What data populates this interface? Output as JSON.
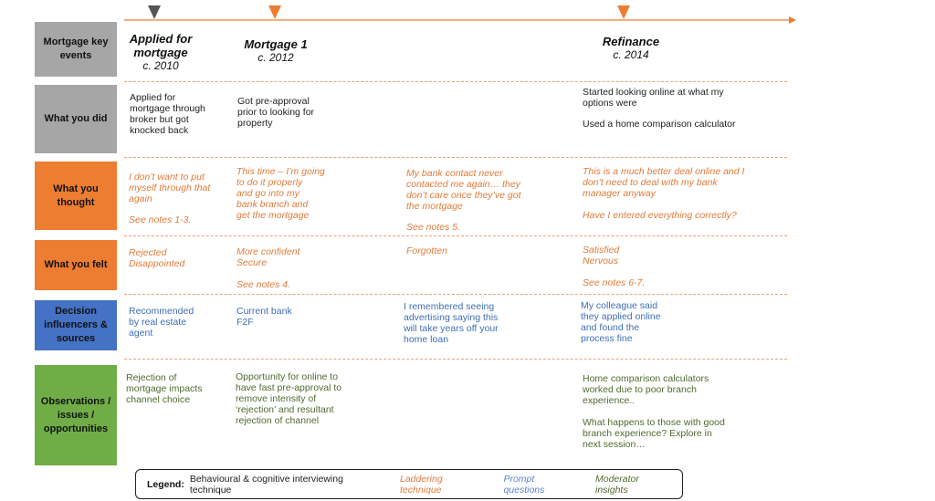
{
  "colors": {
    "gray": "#a6a6a6",
    "orange": "#ed7d31",
    "blue": "#4472c4",
    "green": "#70ad47",
    "timeline": "#ed7d31",
    "marker_gray": "#555555"
  },
  "rows": [
    {
      "key": "events",
      "label": "Mortgage key events"
    },
    {
      "key": "did",
      "label": "What you did"
    },
    {
      "key": "thought",
      "label": "What you thought"
    },
    {
      "key": "felt",
      "label": "What you felt"
    },
    {
      "key": "influencers",
      "label": "Decision influencers & sources"
    },
    {
      "key": "observations",
      "label": "Observations / issues / opportunities"
    }
  ],
  "milestones": [
    {
      "title": "Applied for mortgage",
      "date": "c. 2010"
    },
    {
      "title": "Mortgage 1",
      "date": "c. 2012"
    },
    {
      "title": "Refinance",
      "date": "c. 2014"
    }
  ],
  "did": {
    "c1": "Applied for\nmortgage through\nbroker but got\nknocked back",
    "c2": "Got pre-approval\nprior to looking for\nproperty",
    "c4a": "Started looking online at what my\noptions were",
    "c4b": "Used a home comparison calculator"
  },
  "thought": {
    "c1a": "I don’t want to put\nmyself through that\nagain",
    "c1b": "See notes 1-3.",
    "c2": "This time – I’m going\nto do it properly\nand go into my\nbank branch and\nget the mortgage",
    "c3a": "My bank contact never\ncontacted me again… they\ndon’t care once they’ve got\nthe mortgage",
    "c3b": "See notes 5.",
    "c4a": "This is a much better deal online and I\ndon’t need to deal with my bank\nmanager anyway",
    "c4b": "Have I entered everything correctly?"
  },
  "felt": {
    "c1": "Rejected\nDisappointed",
    "c2a": "More confident\nSecure",
    "c2b": "See notes 4.",
    "c3": "Forgotten",
    "c4a": "Satisfied\nNervous",
    "c4b": "See notes 6-7."
  },
  "influencers": {
    "c1": "Recommended\nby real estate\nagent",
    "c2": "Current bank\nF2F",
    "c3": "I remembered seeing\nadvertising saying this\nwill take years off your\nhome loan",
    "c4": "My colleague said\nthey applied online\nand found the\nprocess fine"
  },
  "observations": {
    "c1": "Rejection of\nmortgage impacts\nchannel choice",
    "c2": "Opportunity for online to\nhave fast pre-approval to\nremove intensity of\n‘rejection’ and resultant\nrejection of channel",
    "c4a": "Home comparison calculators\nworked due to poor branch\nexperience..",
    "c4b": "What happens to those with good\nbranch experience? Explore in\nnext session…"
  },
  "legend": {
    "title": "Legend:",
    "items": [
      "Behavioural & cognitive interviewing technique",
      "Laddering technique",
      "Prompt questions",
      "Moderator insights"
    ]
  }
}
